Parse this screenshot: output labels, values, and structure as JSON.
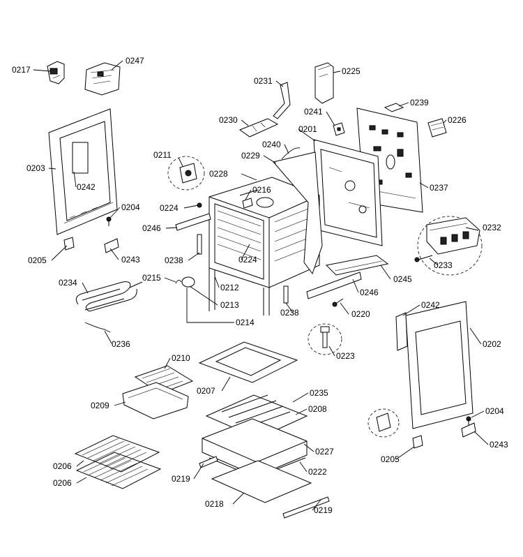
{
  "labels": {
    "l0217": "0217",
    "l0247": "0247",
    "l0225": "0225",
    "l0231": "0231",
    "l0239": "0239",
    "l0241": "0241",
    "l0230": "0230",
    "l0226": "0226",
    "l0201": "0201",
    "l0240": "0240",
    "l0229": "0229",
    "l0203": "0203",
    "l0211": "0211",
    "l0228": "0228",
    "l0242a": "0242",
    "l0216": "0216",
    "l0237": "0237",
    "l0224a": "0224",
    "l0204a": "0204",
    "l0246a": "0246",
    "l0232": "0232",
    "l0205a": "0205",
    "l0243a": "0243",
    "l0238a": "0238",
    "l0224b": "0224",
    "l0233": "0233",
    "l0215": "0215",
    "l0234": "0234",
    "l0212": "0212",
    "l0246b": "0246",
    "l0245": "0245",
    "l0213": "0213",
    "l0238b": "0238",
    "l0220": "0220",
    "l0242b": "0242",
    "l0214": "0214",
    "l0202": "0202",
    "l0236": "0236",
    "l0223": "0223",
    "l0210": "0210",
    "l0207": "0207",
    "l0235": "0235",
    "l0209": "0209",
    "l0208": "0208",
    "l0204b": "0204",
    "l0227": "0227",
    "l0206a": "0206",
    "l0205b": "0205",
    "l0243b": "0243",
    "l0222": "0222",
    "l0219a": "0219",
    "l0206b": "0206",
    "l0218": "0218",
    "l0219b": "0219"
  }
}
